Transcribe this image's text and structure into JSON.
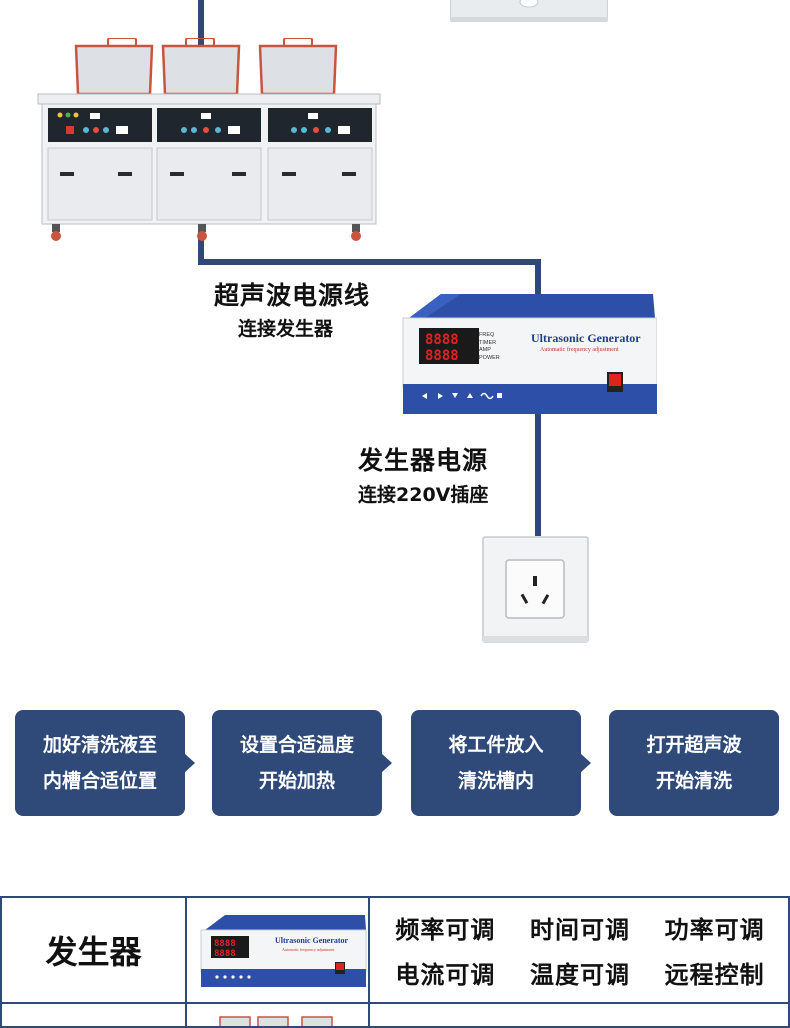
{
  "diagram": {
    "cable_caption": {
      "title": "超声波电源线",
      "subtitle": "连接发生器"
    },
    "power_caption": {
      "title": "发生器电源",
      "subtitle": "连接220V插座"
    },
    "generator_panel": {
      "brand": "Ultrasonic Generator",
      "tagline": "Automatic frequency adjustment",
      "indicators": [
        "FREQ",
        "TIMER",
        "AMP",
        "POWER"
      ]
    },
    "colors": {
      "cable": "#2f4a79",
      "panel_blue": "#2d4fa8",
      "display_red": "#e0231f"
    }
  },
  "steps": [
    {
      "line1": "加好清洗液至",
      "line2": "内槽合适位置"
    },
    {
      "line1": "设置合适温度",
      "line2": "开始加热"
    },
    {
      "line1": "将工件放入",
      "line2": "清洗槽内"
    },
    {
      "line1": "打开超声波",
      "line2": "开始清洗"
    }
  ],
  "spec_table": {
    "row1": {
      "label": "发生器",
      "features": [
        "频率可调",
        "时间可调",
        "功率可调",
        "电流可调",
        "温度可调",
        "远程控制"
      ]
    }
  }
}
